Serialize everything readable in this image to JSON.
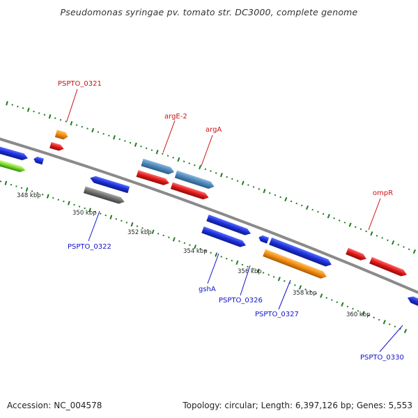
{
  "title": "Pseudomonas syringae pv. tomato str. DC3000, complete genome",
  "footer": {
    "accession": "Accession: NC_004578",
    "summary": "Topology: circular; Length: 6,397,126 bp; Genes: 5,553"
  },
  "colors": {
    "backbone": "#8a8a8a",
    "tick": "#1f7a1f",
    "blue": "#1a2fd6",
    "steel": "#4a86b8",
    "red": "#e01818",
    "orange": "#f08a10",
    "gray": "#6e6e6e",
    "lime": "#7ed62a",
    "label_red": "#cc1111",
    "label_blue": "#1111cc"
  },
  "scale_labels": [
    "348 kbp",
    "350 kbp",
    "352 kbp",
    "354 kbp",
    "356 kbp",
    "358 kbp",
    "360 kbp"
  ],
  "gene_labels": {
    "PSPTO_0321": "PSPTO_0321",
    "argE_2": "argE-2",
    "argA": "argA",
    "ompR": "ompR",
    "PSPTO_0322": "PSPTO_0322",
    "gshA": "gshA",
    "PSPTO_0326": "PSPTO_0326",
    "PSPTO_0327": "PSPTO_0327",
    "PSPTO_0330": "PSPTO_0330"
  }
}
